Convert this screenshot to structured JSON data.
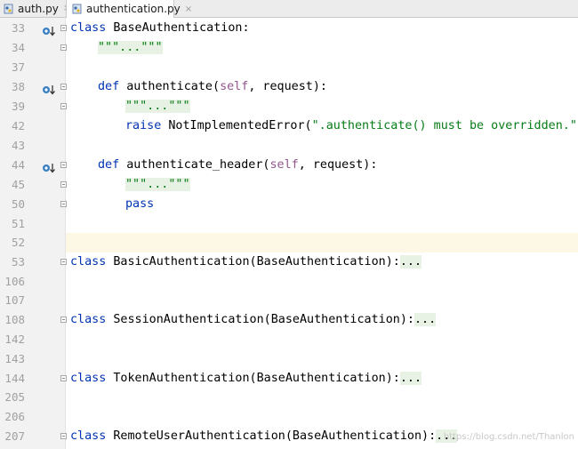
{
  "tabs": [
    {
      "label": "auth.py",
      "close": "×"
    },
    {
      "label": "authentication.py",
      "close": "×"
    }
  ],
  "lines": [
    {
      "num": "33",
      "overridden": false
    },
    {
      "num": "34"
    },
    {
      "num": "37"
    },
    {
      "num": "38"
    },
    {
      "num": "39"
    },
    {
      "num": "42"
    },
    {
      "num": "43"
    },
    {
      "num": "44"
    },
    {
      "num": "45"
    },
    {
      "num": "50"
    },
    {
      "num": "51"
    },
    {
      "num": "52"
    },
    {
      "num": "53"
    },
    {
      "num": "106"
    },
    {
      "num": "107"
    },
    {
      "num": "108"
    },
    {
      "num": "142"
    },
    {
      "num": "143"
    },
    {
      "num": "144"
    },
    {
      "num": "205"
    },
    {
      "num": "206"
    },
    {
      "num": "207"
    }
  ],
  "code": {
    "c33_kw": "class",
    "c33_name": "BaseAuthentication:",
    "c34_fold": "\"\"\"...\"\"\"",
    "c38_kw": "def",
    "c38_a": "authenticate(",
    "c38_self": "self",
    "c38_b": ", request):",
    "c39_fold": "\"\"\"...\"\"\"",
    "c42_kw": "raise",
    "c42_a": "NotImplementedError(",
    "c42_str": "\".authenticate() must be overridden.\"",
    "c42_b": ")",
    "c44_kw": "def",
    "c44_a": "authenticate_header(",
    "c44_self": "self",
    "c44_b": ", request):",
    "c45_fold": "\"\"\"...\"\"\"",
    "c50_kw": "pass",
    "c53_kw": "class",
    "c53_name": "BasicAuthentication(BaseAuthentication):",
    "c108_kw": "class",
    "c108_name": "SessionAuthentication(BaseAuthentication):",
    "c144_kw": "class",
    "c144_name": "TokenAuthentication(BaseAuthentication):",
    "c207_kw": "class",
    "c207_name": "RemoteUserAuthentication(BaseAuthentication):",
    "ellipsis": "..."
  },
  "watermark": "https://blog.csdn.net/Thanlon",
  "colors": {
    "keyword": "#0033b3",
    "self": "#94558d",
    "string": "#067d17",
    "fold_bg": "#e7f2e4",
    "current_line": "#fdf8e6"
  }
}
